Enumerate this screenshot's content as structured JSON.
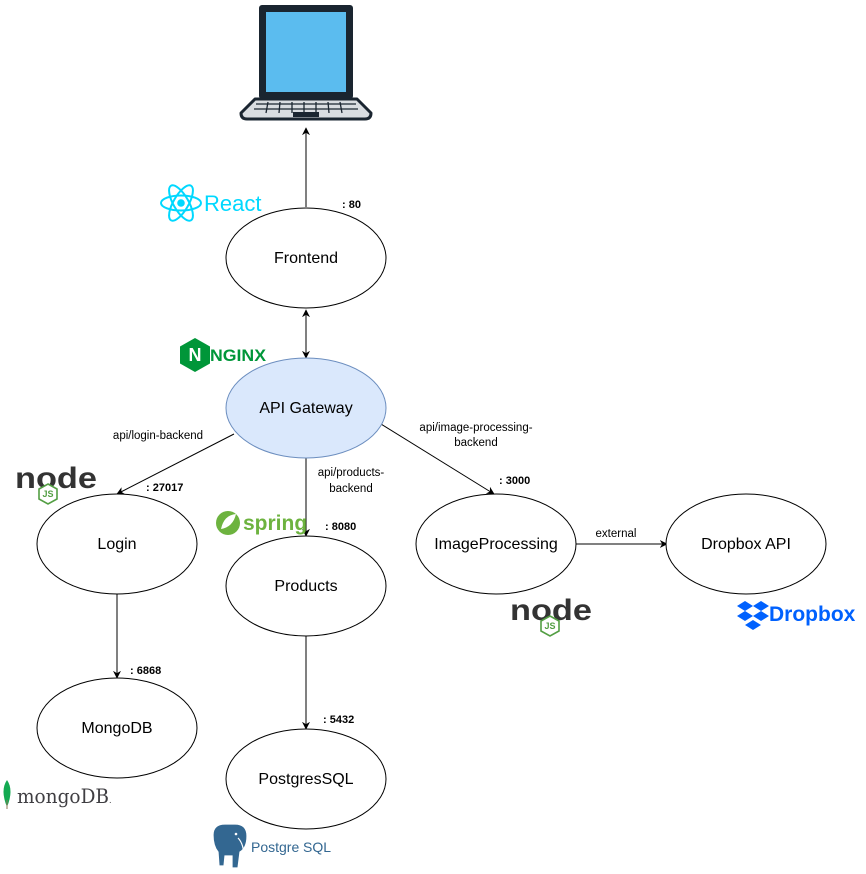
{
  "nodes": {
    "frontend": "Frontend",
    "api_gateway": "API Gateway",
    "login": "Login",
    "products": "Products",
    "image_processing": "ImageProcessing",
    "dropbox_api": "Dropbox API",
    "mongodb": "MongoDB",
    "postgres": "PostgresSQL"
  },
  "edges": {
    "login_route": "api/login-backend",
    "products_route_1": "api/products-",
    "products_route_2": "backend",
    "image_route_1": "api/image-processing-",
    "image_route_2": "backend",
    "external": "external"
  },
  "ports": {
    "frontend": ": 80",
    "login": ": 27017",
    "products": ": 8080",
    "image_processing": ": 3000",
    "mongodb": ": 6868",
    "postgres": ": 5432"
  },
  "logos": {
    "react": "React",
    "nginx": "NGINX",
    "node_login": "node",
    "node_login_js": "JS",
    "spring": "spring",
    "node_image": "node",
    "node_image_js": "JS",
    "dropbox": "Dropbox",
    "mongodb": "mongoDB",
    "mongodb_mark": ".",
    "postgres_prefix": "Postgre",
    "postgres_suffix": "SQL"
  },
  "colors": {
    "gateway_fill": "#dae8fc",
    "gateway_stroke": "#6c8ebf",
    "react": "#00d8ff",
    "nginx": "#009639",
    "node_dark": "#333333",
    "node_green": "#539e43",
    "spring": "#6db33f",
    "dropbox": "#0061fe",
    "mongodb_leaf": "#13aa52",
    "postgres": "#336791",
    "laptop_screen": "#5bbcef",
    "laptop_frame": "#1a2530"
  },
  "icons": {
    "client": "laptop-icon",
    "react": "react-atom-icon",
    "nginx": "nginx-hex-icon",
    "node": "nodejs-hex-icon",
    "spring": "spring-leaf-icon",
    "dropbox": "dropbox-box-icon",
    "mongodb": "mongodb-leaf-icon",
    "postgres": "postgres-elephant-icon"
  }
}
